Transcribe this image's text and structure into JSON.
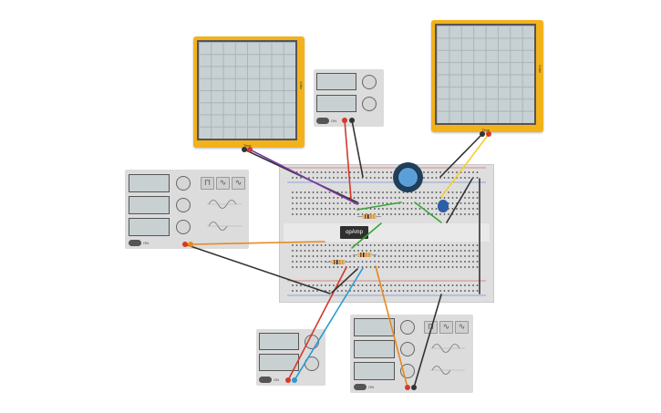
{
  "oscilloscopes": [
    {
      "id": "osc-left",
      "axis_label": "V/div",
      "time_label": "Time"
    },
    {
      "id": "osc-right",
      "axis_label": "V/div",
      "time_label": "Time"
    }
  ],
  "power_supplies": [
    {
      "id": "ps-top",
      "switch_label": "ON"
    },
    {
      "id": "ps-bottom",
      "switch_label": "ON"
    }
  ],
  "function_generators": [
    {
      "id": "fg-left",
      "switch_label": "ON"
    },
    {
      "id": "fg-bottom",
      "switch_label": "ON"
    }
  ],
  "waveform_buttons": [
    "square",
    "sine",
    "triangle"
  ],
  "ic_label": "opAmp",
  "colors": {
    "scope_body": "#f3b21c",
    "breadboard": "#dedede",
    "wire_red": "#d23a2a",
    "wire_black": "#333333",
    "wire_purple": "#7a3aa0",
    "wire_orange": "#e8891e",
    "wire_yellow": "#f0d030",
    "wire_blue": "#2a9ad0",
    "wire_green": "#3aa33a",
    "potentiometer": "#2a7ab8"
  }
}
